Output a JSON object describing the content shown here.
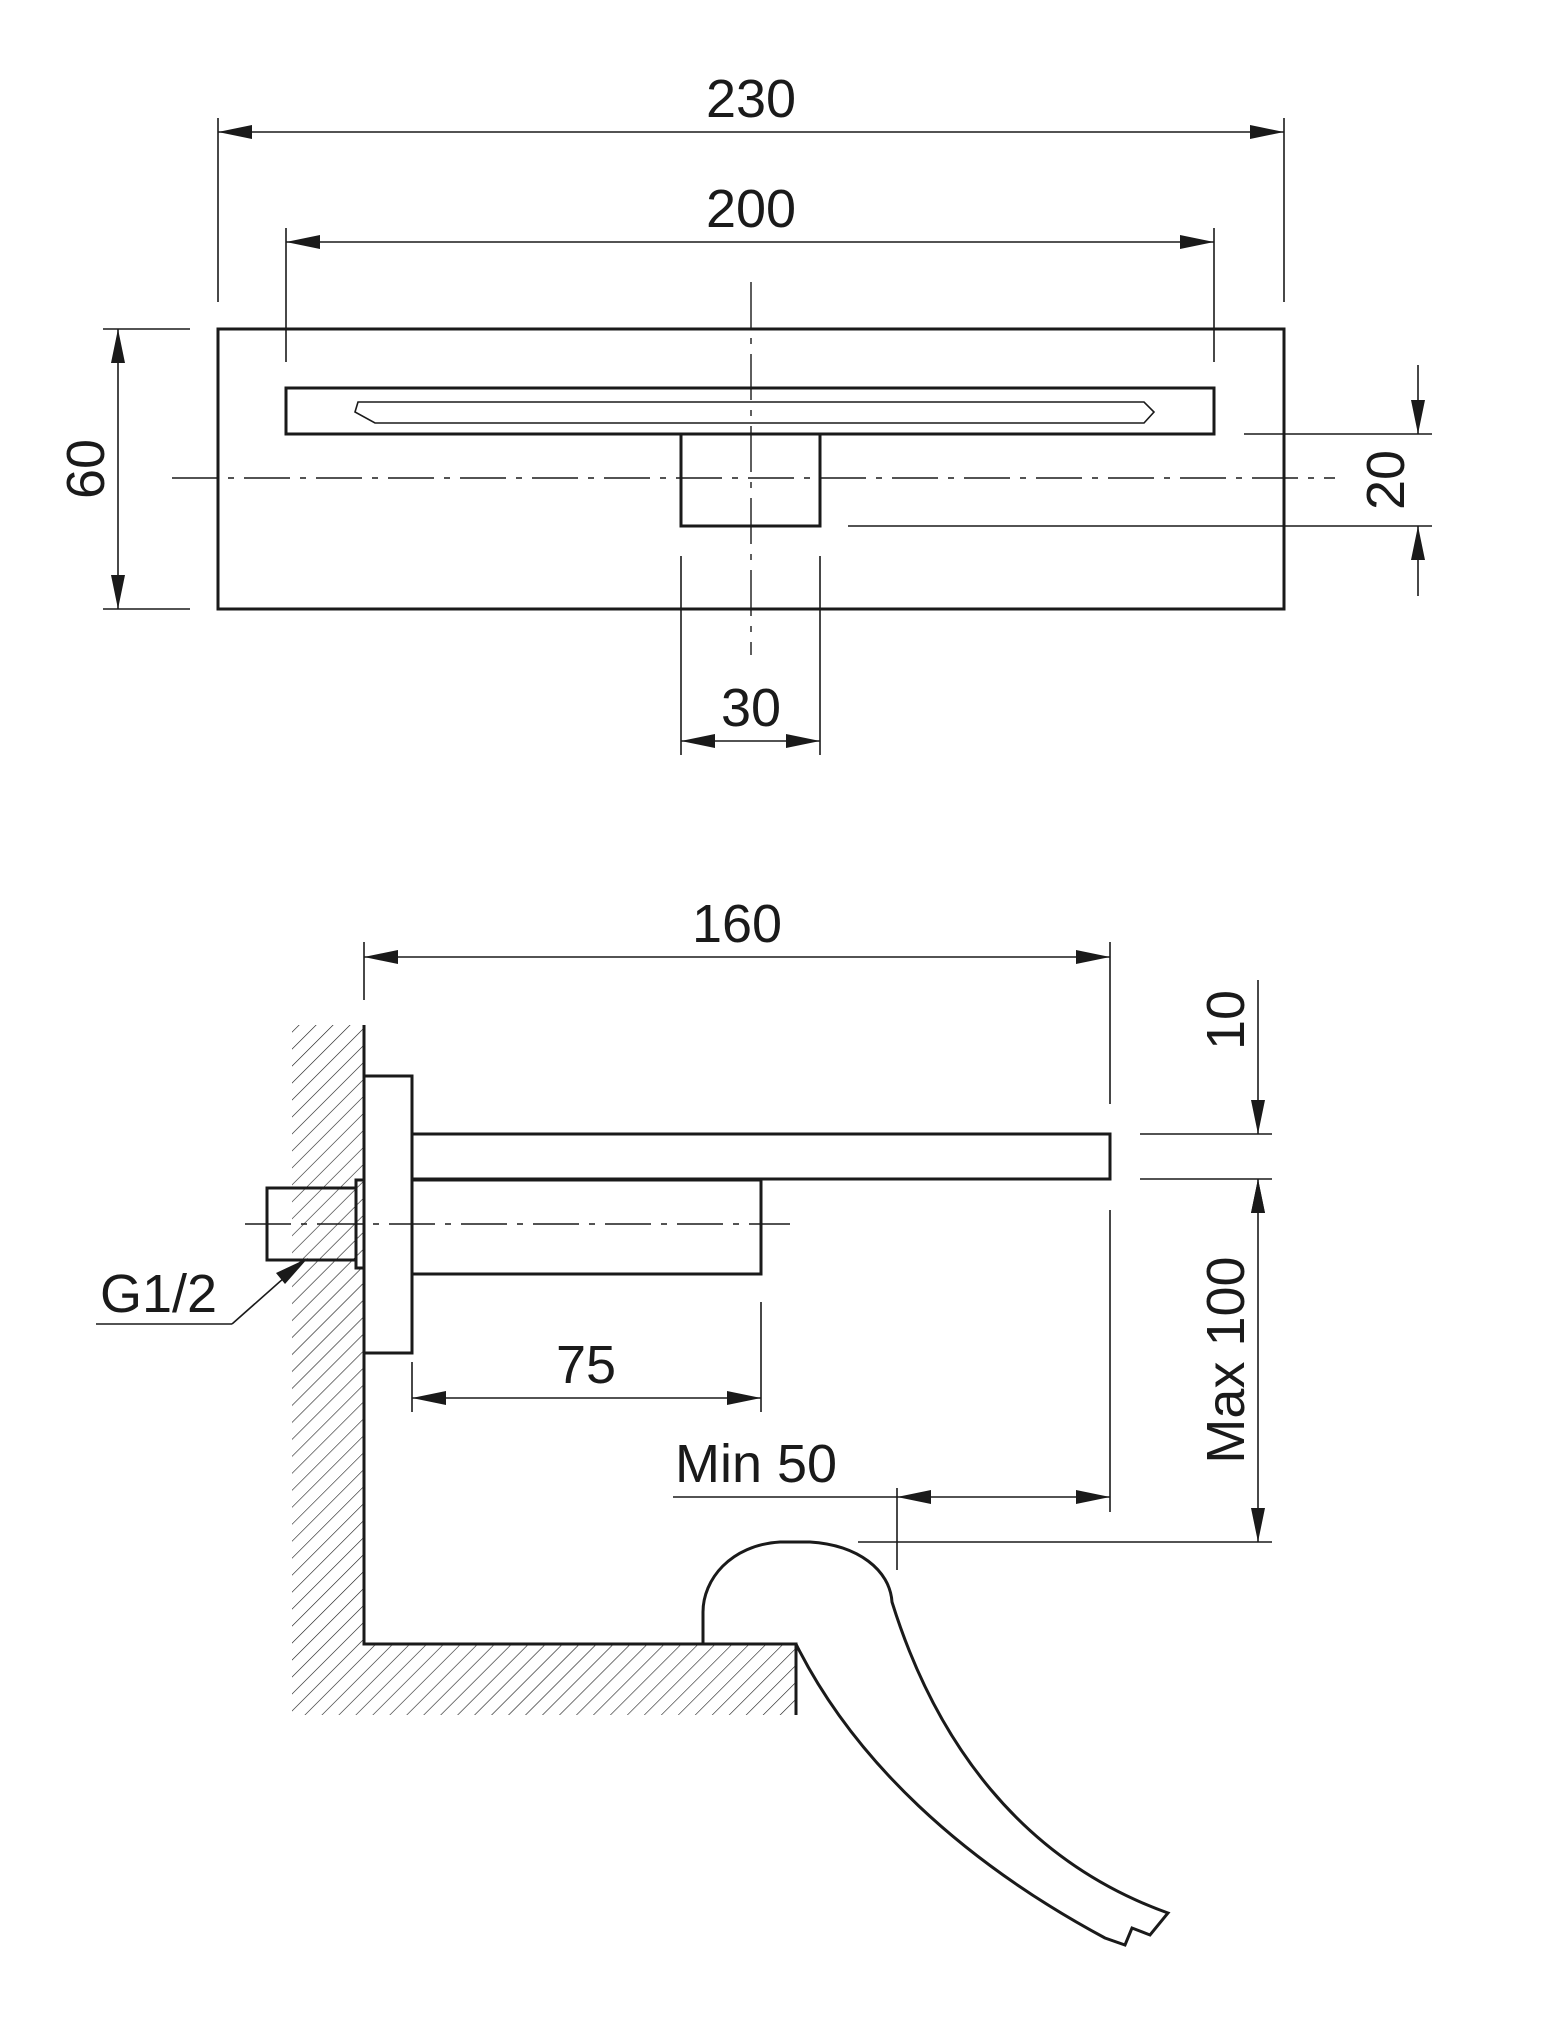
{
  "top_view": {
    "dim_overall_width": "230",
    "dim_slot_width": "200",
    "dim_height": "60",
    "dim_body_offset": "20",
    "dim_body_width": "30"
  },
  "side_view": {
    "dim_projection": "160",
    "dim_plate_thickness": "10",
    "dim_body_depth": "75",
    "dim_basin_clearance": "Min 50",
    "dim_max_height": "Max 100",
    "thread_label": "G1/2"
  }
}
